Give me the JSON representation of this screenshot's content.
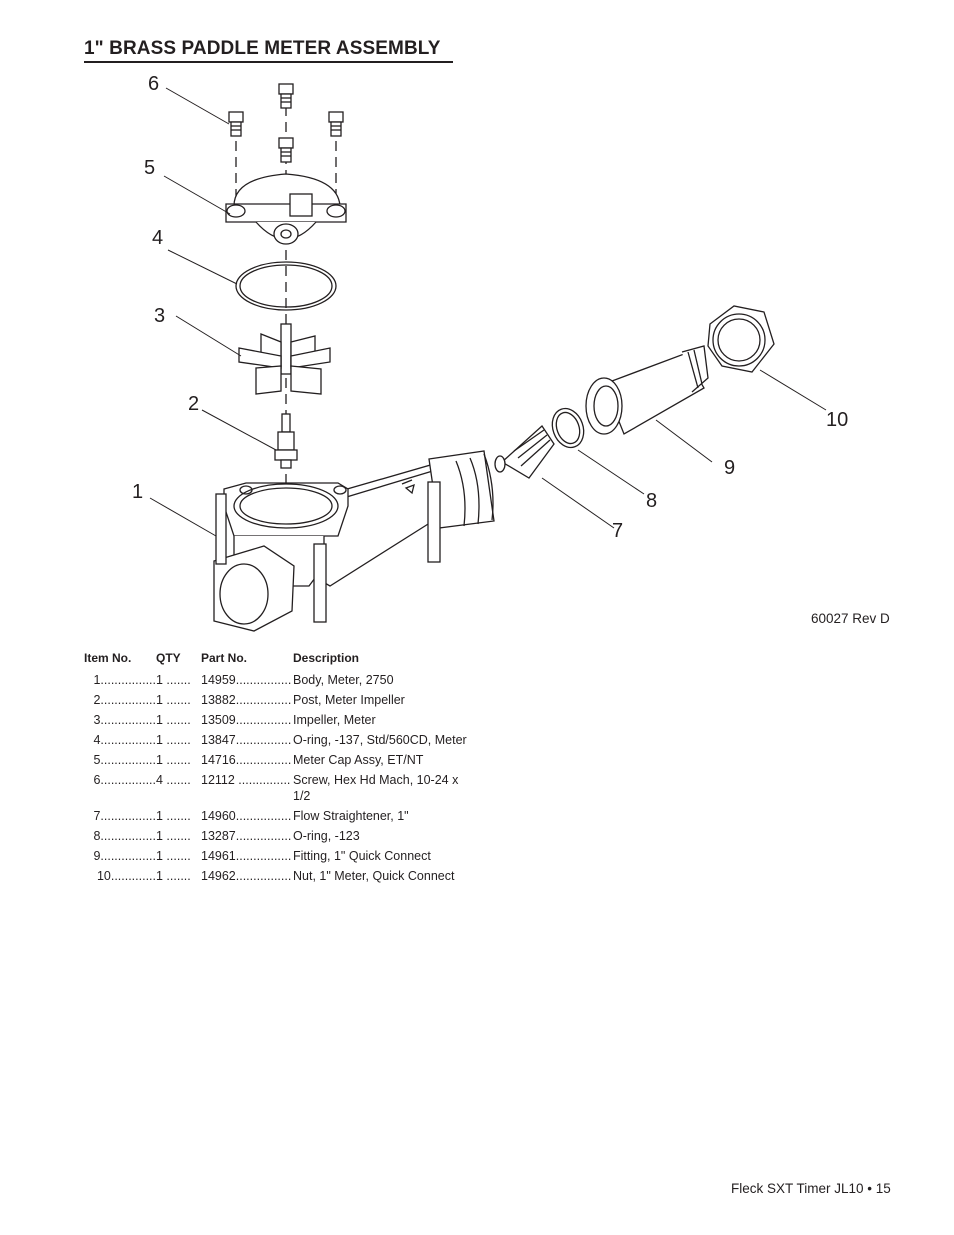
{
  "page": {
    "title": "1\" BRASS PADDLE METER ASSEMBLY",
    "drawing_number": "60027 Rev D",
    "footer": "Fleck SXT Timer JL10 • 15"
  },
  "callouts": [
    "1",
    "2",
    "3",
    "4",
    "5",
    "6",
    "7",
    "8",
    "9",
    "10"
  ],
  "table": {
    "headers": {
      "item": "Item No.",
      "qty": "QTY",
      "part": "Part No.",
      "desc": "Description"
    },
    "rows": [
      {
        "item": "1................",
        "qty": "1 .......",
        "part": "14959................",
        "desc": "Body, Meter, 2750"
      },
      {
        "item": "2................",
        "qty": "1 .......",
        "part": "13882................",
        "desc": "Post, Meter Impeller"
      },
      {
        "item": "3................",
        "qty": "1 .......",
        "part": "13509................",
        "desc": "Impeller, Meter"
      },
      {
        "item": "4................",
        "qty": "1 .......",
        "part": "13847................",
        "desc": "O-ring, -137, Std/560CD, Meter"
      },
      {
        "item": "5................",
        "qty": "1 .......",
        "part": "14716................",
        "desc": "Meter Cap Assy, ET/NT"
      },
      {
        "item": "6................",
        "qty": "4 .......",
        "part": "12112 ...............",
        "desc": "Screw, Hex Hd Mach, 10-24 x 1/2"
      },
      {
        "item": "7................",
        "qty": "1 .......",
        "part": "14960................",
        "desc": "Flow Straightener, 1\""
      },
      {
        "item": "8................",
        "qty": "1 .......",
        "part": "13287................",
        "desc": "O-ring, -123"
      },
      {
        "item": "9................",
        "qty": "1 .......",
        "part": "14961................",
        "desc": "Fitting, 1\" Quick Connect"
      },
      {
        "item": "10.............",
        "qty": "1 .......",
        "part": "14962................",
        "desc": "Nut, 1\" Meter, Quick Connect"
      }
    ]
  }
}
